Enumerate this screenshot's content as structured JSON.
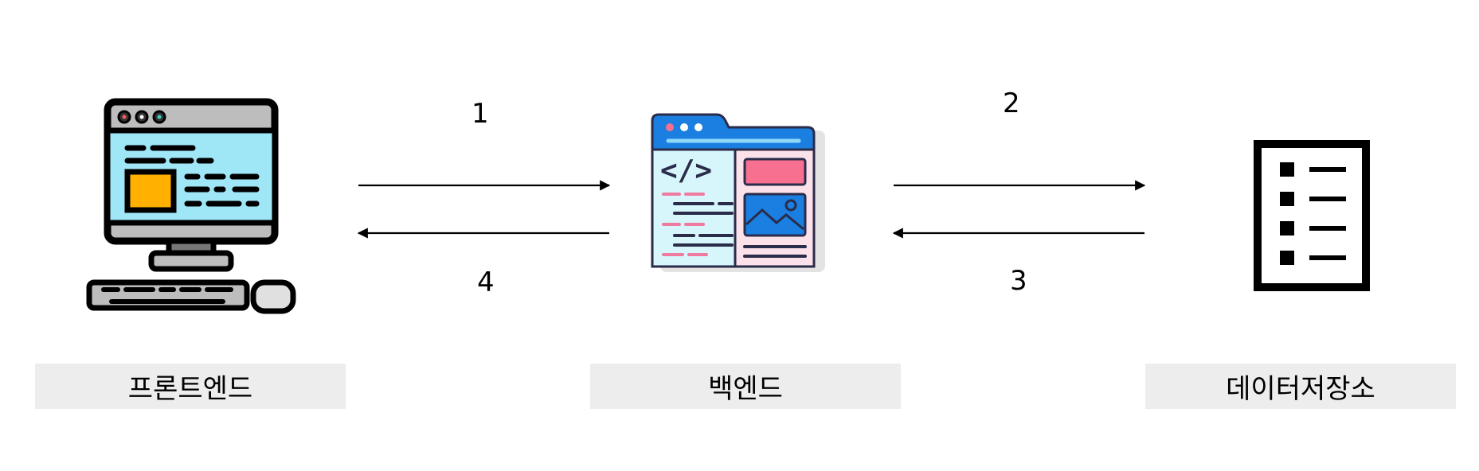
{
  "nodes": {
    "frontend": {
      "label": "프론트엔드",
      "icon": "desktop-computer-icon"
    },
    "backend": {
      "label": "백엔드",
      "icon": "code-window-icon"
    },
    "storage": {
      "label": "데이터저장소",
      "icon": "document-list-icon"
    }
  },
  "steps": {
    "s1": "1",
    "s2": "2",
    "s3": "3",
    "s4": "4"
  },
  "colors": {
    "label_bg": "#ededed",
    "arrow": "#000000",
    "outline": "#000000",
    "monitor_screen": "#9fe6f7",
    "monitor_frame": "#bdbdbd",
    "accent_orange": "#ffb000",
    "window_header": "#1a7fe0",
    "code_panel": "#d6f6fb",
    "preview_panel": "#fbe1ea",
    "accent_pink": "#f7708f"
  }
}
